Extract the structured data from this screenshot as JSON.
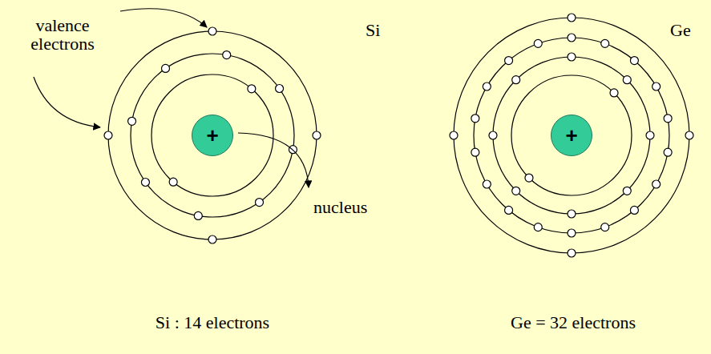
{
  "diagram": {
    "nodes": [
      {
        "text": [
          "+"
        ]
      },
      {
        "text": [
          "+"
        ]
      }
    ],
    "labels": [
      "valence electrons",
      "Si",
      "nucleus",
      "Ge",
      "Si : 14 electrons",
      "Ge = 32 electrons"
    ]
  }
}
